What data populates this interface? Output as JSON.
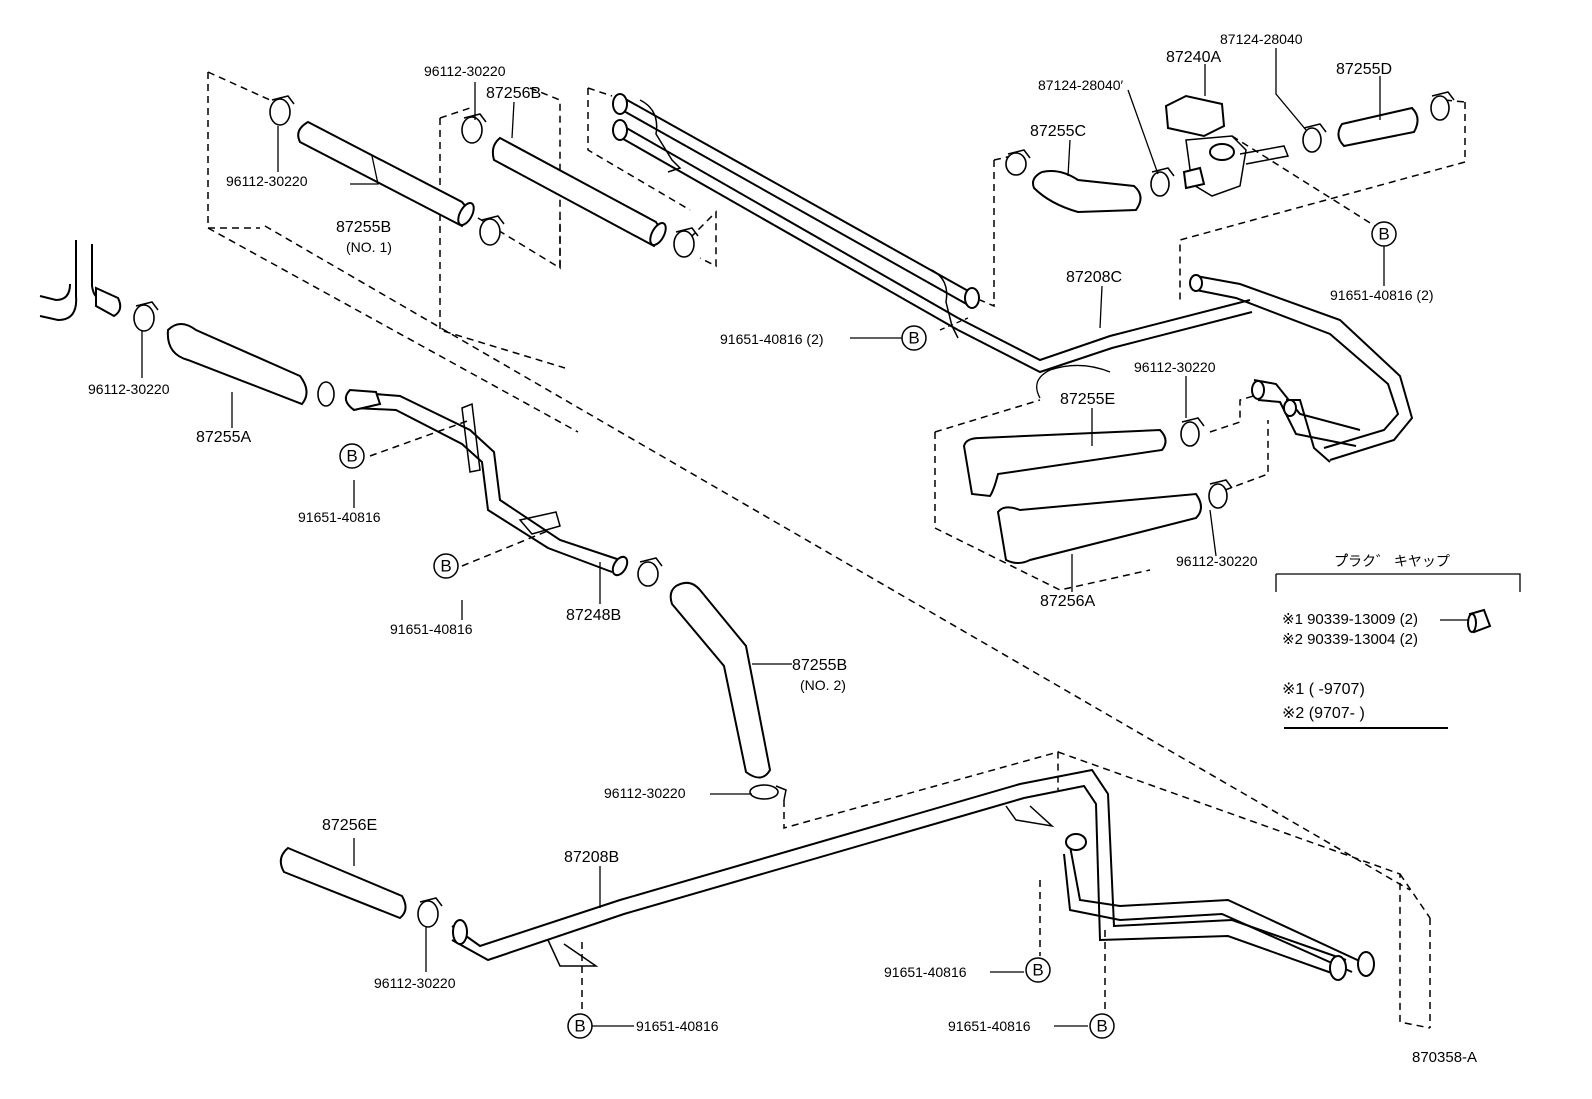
{
  "parts": {
    "clamp_96112_30220": "96112-30220",
    "hose_87255B": "87255B",
    "hose_87255B_no1": "(NO. 1)",
    "hose_87255B_no2": "(NO. 2)",
    "hose_87256B": "87256B",
    "hose_87255A": "87255A",
    "clamp_91651_40816": "91651-40816",
    "clamp_91651_40816_2": "91651-40816 (2)",
    "pipe_87248B": "87248B",
    "hose_87256E": "87256E",
    "pipe_87208B": "87208B",
    "pipe_87208C": "87208C",
    "hose_87255C": "87255C",
    "valve_87240A": "87240A",
    "hose_87255D": "87255D",
    "bolt_87124_28040": "87124-28040",
    "bolt_87124_28040_mark": "87124-28040′",
    "hose_87255E": "87255E",
    "hose_87256A": "87256A",
    "ref_b": "B"
  },
  "plug_cap": {
    "title": "プ゚ラク゛ キヤップ",
    "item1": "※1 90339-13009 (2)",
    "item2": "※2 90339-13004 (2)",
    "note1": "※1 (        -9707)",
    "note2": "※2 (9707-        )"
  },
  "diagram_code": "870358-A"
}
